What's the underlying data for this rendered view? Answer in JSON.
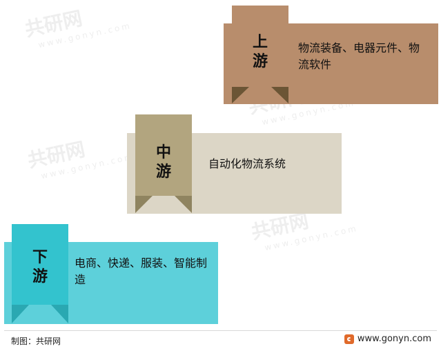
{
  "watermark": "共研网",
  "watermark_url_text": "www.gonyn.com",
  "stages": [
    {
      "title": "上游",
      "desc": "物流装备、电器元件、物流软件",
      "color": "#b88d6c",
      "tab_color": "#b88d6c"
    },
    {
      "title": "中游",
      "desc": "自动化物流系统",
      "color": "#dcd6c6",
      "tab_color": "#b2a57f"
    },
    {
      "title": "下游",
      "desc": "电商、快递、服装、智能制造",
      "color": "#5dd0da",
      "tab_color": "#33c3ce"
    }
  ],
  "footer": {
    "credit": "制图：共研网",
    "site": "www.gonyn.com"
  }
}
